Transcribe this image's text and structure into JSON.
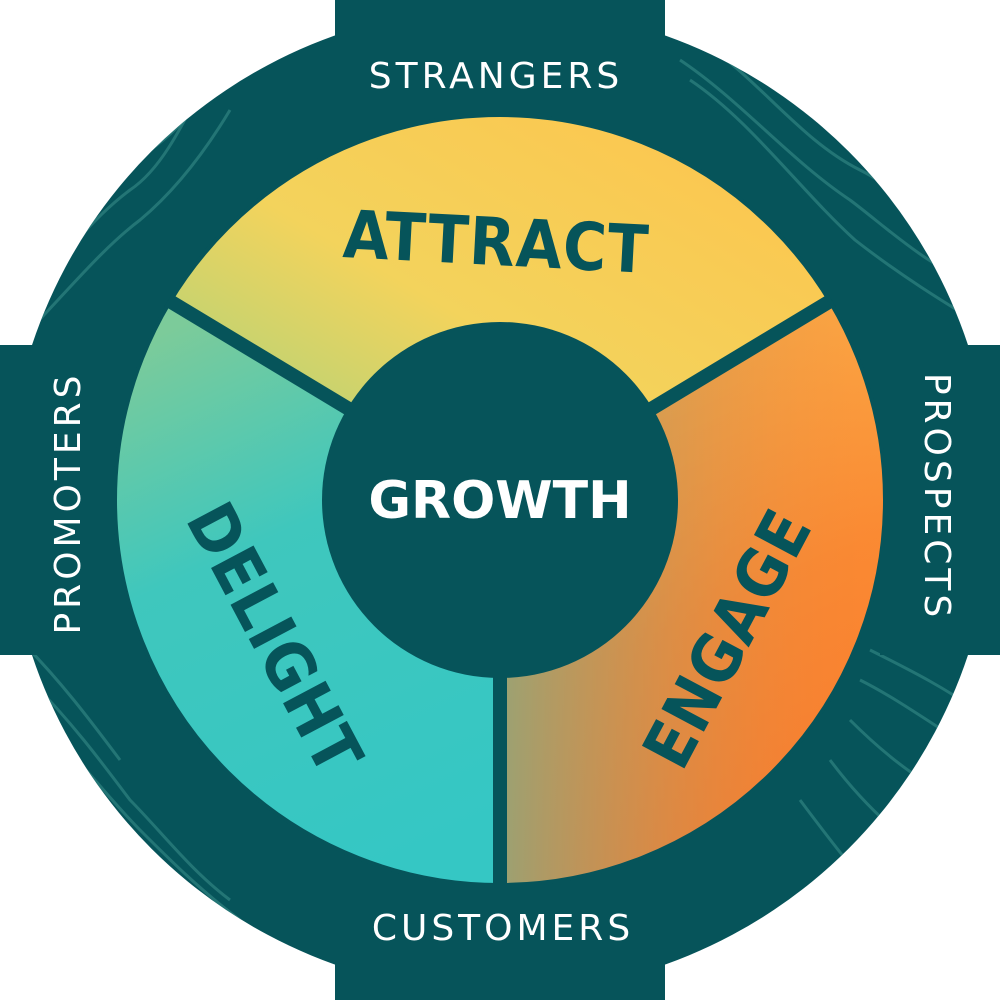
{
  "center": {
    "label": "GROWTH"
  },
  "stages": {
    "attract": "ATTRACT",
    "engage": "ENGAGE",
    "delight": "DELIGHT"
  },
  "audiences": {
    "top": "STRANGERS",
    "right": "PROSPECTS",
    "bottom": "CUSTOMERS",
    "left": "PROMOTERS"
  },
  "colors": {
    "dark_teal": "#06545a",
    "attract_yellow": "#fcd056",
    "attract_green": "#a9d37c",
    "engage_orange": "#fa7a2c",
    "delight_teal": "#35c7c4",
    "wood_line": "#3d8f8d",
    "text_white": "#ffffff"
  }
}
